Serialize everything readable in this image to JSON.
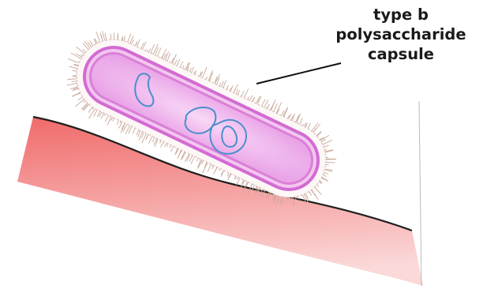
{
  "label": {
    "lines": [
      "type b",
      "polysaccharide",
      "capsule"
    ]
  },
  "colors": {
    "tissue_top": "#f06a6a",
    "tissue_bottom": "#fbd9d9",
    "tissue_edge": "#1f1f1f",
    "capsule_hairs": "#c8a89a",
    "cell_outer": "#d36bd3",
    "cell_wall_light": "#f3c6f0",
    "cytoplasm_edge": "#e9a3e7",
    "cytoplasm_center": "#f8d7f6",
    "dna_strand": "#4a8fcb",
    "leader_line": "#111111"
  },
  "icons": {
    "bacterium": "rod-shaped-bacterium-with-capsule",
    "tissue": "host-tissue-surface"
  }
}
